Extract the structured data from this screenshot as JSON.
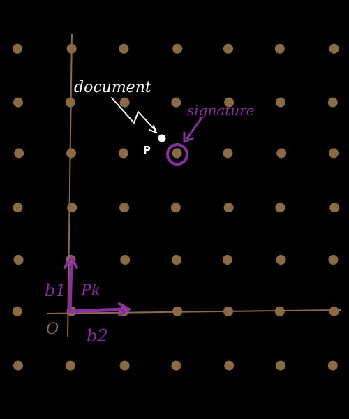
{
  "colors": {
    "background": "#000000",
    "lattice_point": "#8b6b45",
    "axis": "#8b6b45",
    "accent": "#8a2fa0",
    "white": "#ffffff"
  },
  "labels": {
    "document": "document",
    "p": "P",
    "signature": "signature",
    "b1": "b1",
    "b2": "b2",
    "pk": "Pk",
    "origin": "O"
  }
}
